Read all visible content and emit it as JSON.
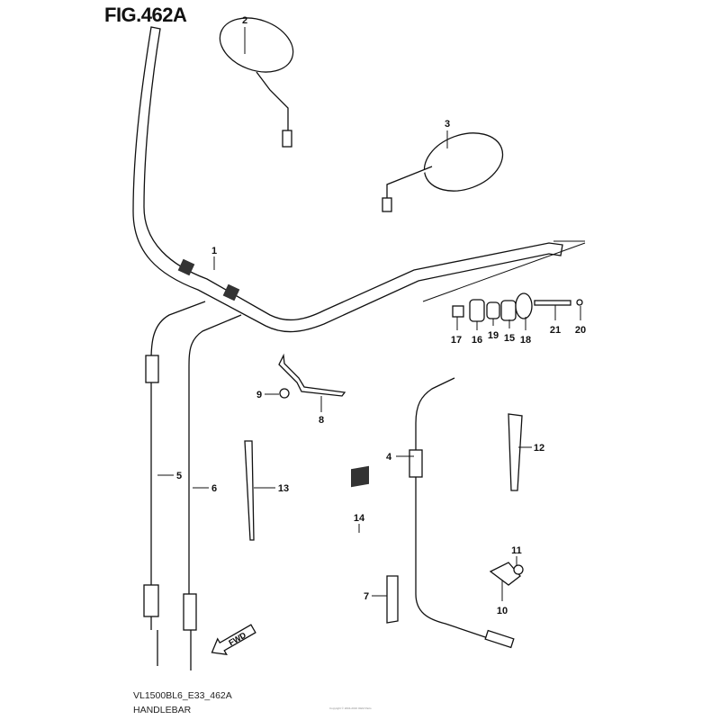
{
  "figure_title": "FIG.462A",
  "model_code": "VL1500BL6_E33_462A",
  "section_name": "HANDLEBAR",
  "copyright": "Copyright © 2004-2016 OEM Parts",
  "fwd_label": "FWD",
  "callouts": {
    "p1": "1",
    "p2": "2",
    "p3": "3",
    "p4": "4",
    "p5": "5",
    "p6": "6",
    "p7": "7",
    "p8": "8",
    "p9": "9",
    "p10": "10",
    "p11": "11",
    "p12": "12",
    "p13": "13",
    "p14": "14",
    "p15": "15",
    "p16": "16",
    "p17": "17",
    "p18": "18",
    "p19": "19",
    "p20": "20",
    "p21": "21"
  }
}
